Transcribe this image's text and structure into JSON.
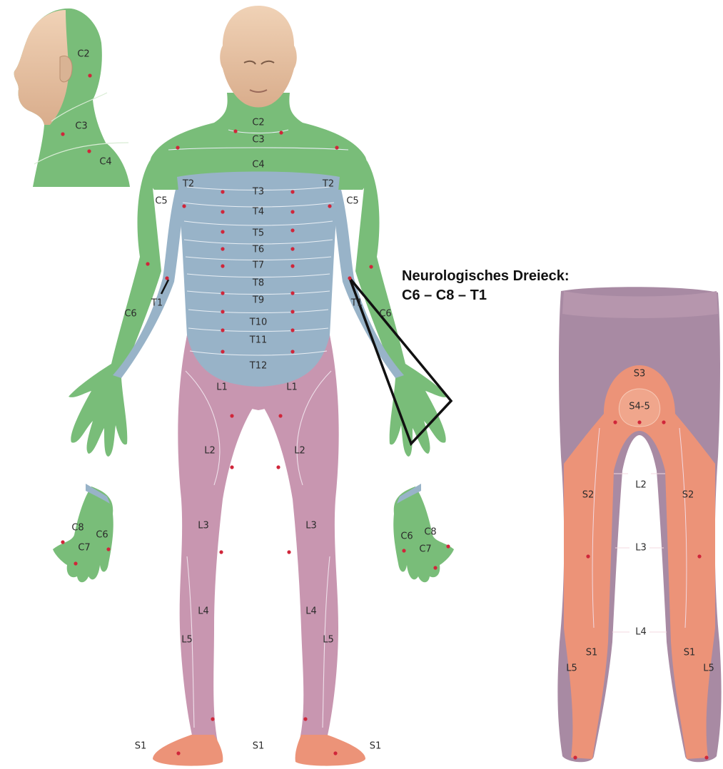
{
  "caption": {
    "line1": "Neurologisches Dreieck:",
    "line2": "C6 – C8 – T1"
  },
  "colors": {
    "cervical": "#79bd79",
    "thoracic": "#98b3c8",
    "lumbar": "#c896b0",
    "sacral": "#ec9378",
    "back_lumbar": "#a88aa3",
    "skin": "#e7c3a4",
    "dot": "#d0263a"
  },
  "labels": {
    "head": [
      "C2",
      "C3",
      "C4"
    ],
    "front": [
      "C2",
      "C3",
      "C4",
      "T2",
      "T2",
      "C5",
      "C5",
      "T3",
      "T4",
      "T5",
      "T6",
      "T7",
      "T8",
      "T9",
      "T10",
      "T11",
      "T12",
      "C6",
      "T1",
      "T1",
      "C6",
      "L1",
      "L1",
      "L2",
      "L2",
      "L3",
      "L3",
      "L4",
      "L4",
      "L5",
      "L5",
      "S1",
      "S1",
      "S1"
    ],
    "hands": [
      "C8",
      "C6",
      "C7",
      "C6",
      "C8",
      "C7"
    ],
    "back": [
      "S3",
      "S4-5",
      "L2",
      "S2",
      "S2",
      "L3",
      "L4",
      "S1",
      "S1",
      "L5",
      "L5"
    ]
  }
}
